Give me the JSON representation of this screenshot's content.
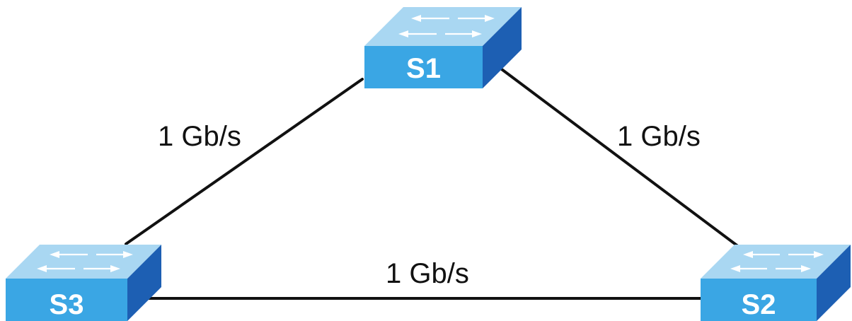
{
  "switches": [
    {
      "id": "s1",
      "label": "S1"
    },
    {
      "id": "s2",
      "label": "S2"
    },
    {
      "id": "s3",
      "label": "S3"
    }
  ],
  "links": [
    {
      "id": "s1-s3",
      "label": "1 Gb/s"
    },
    {
      "id": "s1-s2",
      "label": "1 Gb/s"
    },
    {
      "id": "s3-s2",
      "label": "1 Gb/s"
    }
  ],
  "colors": {
    "switch_top": "#a9d7f2",
    "switch_front": "#3aa6e4",
    "switch_side": "#1d5fb3",
    "link": "#111111"
  }
}
